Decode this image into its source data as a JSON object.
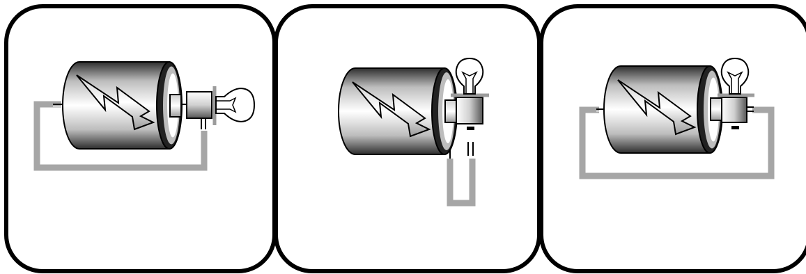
{
  "panels": [
    {
      "id": "panel-1",
      "variant": "bulb-side-loop"
    },
    {
      "id": "panel-2",
      "variant": "bulb-top-dangling-wire"
    },
    {
      "id": "panel-3",
      "variant": "bulb-top-full-loop"
    }
  ],
  "colors": {
    "frame": "#000000",
    "wire": "#a6a6a6",
    "battery_light": "#ffffff",
    "battery_dark": "#2a2a2a",
    "background": "#ffffff"
  },
  "icons": [
    "battery-icon",
    "lightning-bolt-icon",
    "light-bulb-icon",
    "bulb-socket-icon",
    "wire-icon"
  ]
}
